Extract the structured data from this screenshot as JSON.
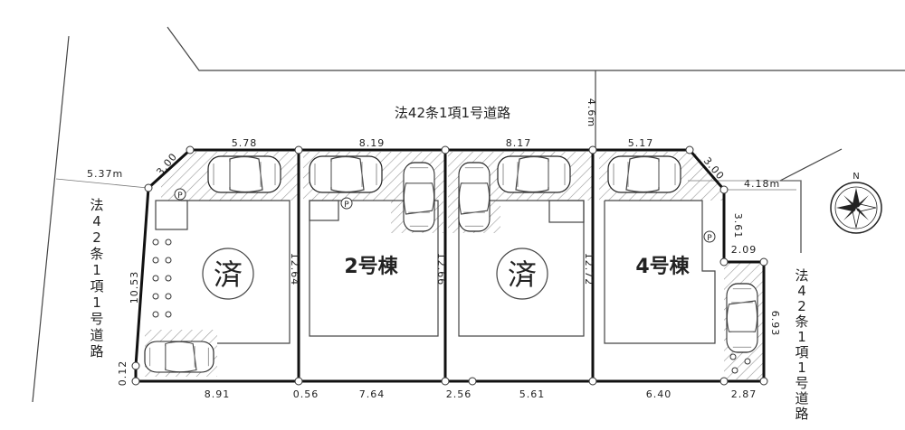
{
  "road_top": {
    "label": "法42条1項1号道路",
    "width": "4.6m"
  },
  "road_left": {
    "label": "法42条1項1号道路",
    "width": "5.37m"
  },
  "road_right": {
    "label": "法42条1項1号道路",
    "width": "4.18m"
  },
  "top_dims": [
    "3.00",
    "5.78",
    "8.19",
    "8.17",
    "5.17",
    "3.00"
  ],
  "bottom_dims": [
    "8.91",
    "0.56",
    "7.64",
    "2.56",
    "5.61",
    "6.40",
    "2.87"
  ],
  "side_dims": {
    "left_depth": "10.53",
    "left_corner": "0.12",
    "lot1_depth": "12.64",
    "lot2_depth": "12.66",
    "lot3_depth": "12.72",
    "right_upper": "3.61",
    "right_step": "2.09",
    "right_lower": "6.93"
  },
  "lots": [
    {
      "id": 1,
      "label": "済",
      "status": "sold"
    },
    {
      "id": 2,
      "label": "2号棟",
      "status": "available"
    },
    {
      "id": 3,
      "label": "済",
      "status": "sold"
    },
    {
      "id": 4,
      "label": "4号棟",
      "status": "available"
    }
  ],
  "parking_marker": "P",
  "compass": {
    "north_label": "N"
  },
  "colors": {
    "boundary": "#111111",
    "background": "#ffffff"
  },
  "icons": [
    "car-icon",
    "compass-icon",
    "parking-icon"
  ]
}
